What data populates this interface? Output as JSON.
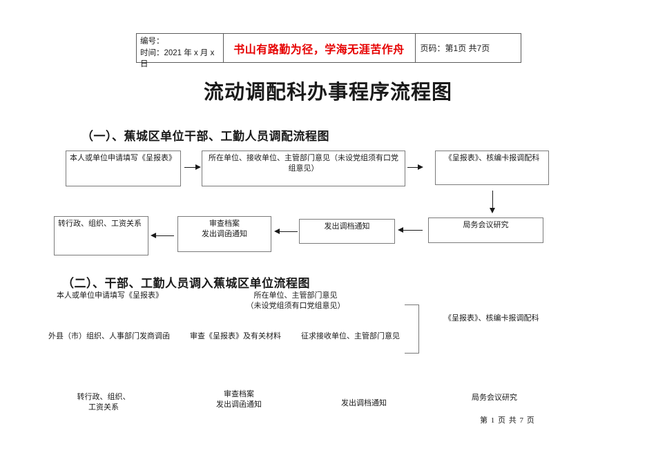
{
  "header": {
    "number_label": "编号：",
    "date_label": "时间：2021 年 x 月 x 日",
    "motto": "书山有路勤为径，学海无涯苦作舟",
    "page_label": "页码：第1页 共7页"
  },
  "title": "流动调配科办事程序流程图",
  "section1": {
    "heading": "（一）、蕉城区单位干部、工勤人员调配流程图",
    "box_apply": "本人或单位申请填写《呈报表》",
    "box_opinions": "所在单位、接收单位、主管部门意见（未设党组须有口党\n组意见）",
    "box_report": "《呈报表》、核编卡报调配科",
    "box_meeting": "局务会议研究",
    "box_file_notice": "发出调档通知",
    "box_review": "审查档案\n发出调函通知",
    "box_transfer": "转行政、组织、工资关系"
  },
  "section2": {
    "heading": "（二）、干部、工勤人员调入蕉城区单位流程图",
    "apply": "本人或单位申请填写《呈报表》",
    "unit_opinion": "所在单位、主管部门意见\n（未设党组须有口党组意见）",
    "report": "《呈报表》、核编卡报调配科",
    "outer_letter": "外县（市）组织、人事部门发商调函",
    "review_materials": "审查《呈报表》及有关材料",
    "seek_opinion": "征求接收单位、主管部门意见",
    "transfer": "转行政、组织、\n工资关系",
    "review_archive": "审查档案\n发出调函通知",
    "file_notice": "发出调档通知",
    "meeting": "局务会议研究"
  },
  "footer_page": "第 1 页 共 7 页",
  "colors": {
    "accent_red": "#e60000",
    "box_border": "#7a7a7a",
    "arrow": "#1a1a1a",
    "background": "#ffffff"
  }
}
